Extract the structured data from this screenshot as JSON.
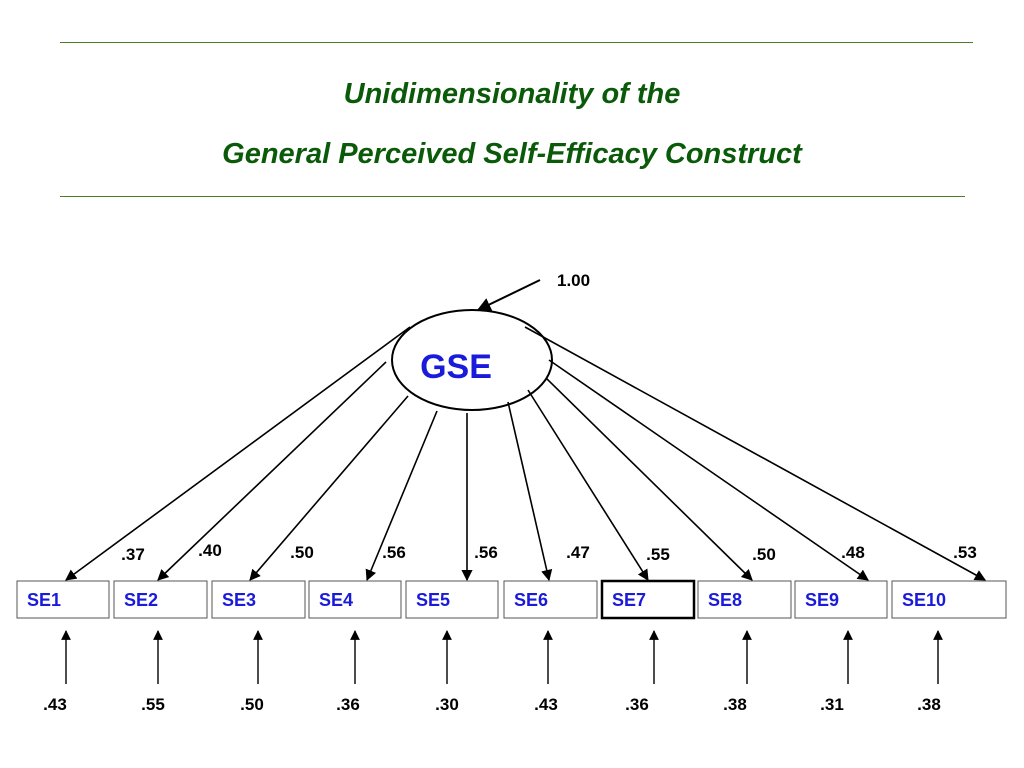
{
  "title": {
    "line1": "Unidimensionality of the",
    "line2": "General Perceived Self-Efficacy Construct"
  },
  "colors": {
    "title": "#0a5a0a",
    "rule": "#4f7a2a",
    "label_blue": "#1a1adb",
    "line": "#000000"
  },
  "latent": {
    "label": "GSE",
    "variance": "1.00"
  },
  "indicators": [
    {
      "label": "SE1",
      "loading": ".37",
      "error": ".43"
    },
    {
      "label": "SE2",
      "loading": ".40",
      "error": ".55"
    },
    {
      "label": "SE3",
      "loading": ".50",
      "error": ".50"
    },
    {
      "label": "SE4",
      "loading": ".56",
      "error": ".36"
    },
    {
      "label": "SE5",
      "loading": ".56",
      "error": ".30"
    },
    {
      "label": "SE6",
      "loading": ".47",
      "error": ".43"
    },
    {
      "label": "SE7",
      "loading": ".55",
      "error": ".36",
      "highlighted": true
    },
    {
      "label": "SE8",
      "loading": ".50",
      "error": ".38"
    },
    {
      "label": "SE9",
      "loading": ".48",
      "error": ".31"
    },
    {
      "label": "SE10",
      "loading": ".53",
      "error": ".38"
    }
  ]
}
